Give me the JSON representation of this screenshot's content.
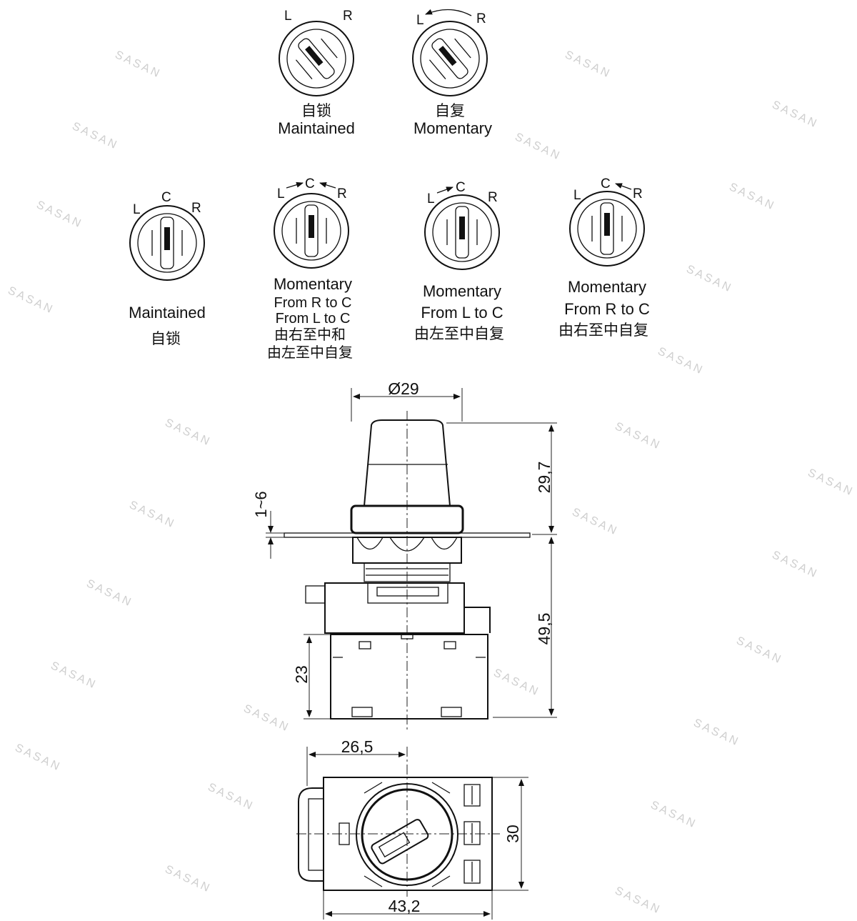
{
  "watermark": "SASAN",
  "two_position": [
    {
      "left": "L",
      "right": "R",
      "cn": "自锁",
      "en": "Maintained"
    },
    {
      "left": "L",
      "right": "R",
      "cn": "自复",
      "en": "Momentary"
    }
  ],
  "three_position": [
    {
      "left": "L",
      "center": "C",
      "right": "R",
      "lines": [
        "Maintained",
        "自锁"
      ]
    },
    {
      "left": "L",
      "center": "C",
      "right": "R",
      "lines": [
        "Momentary",
        "From R to C",
        "From L to C",
        "由右至中和",
        "由左至中自复"
      ]
    },
    {
      "left": "L",
      "center": "C",
      "right": "R",
      "lines": [
        "Momentary",
        "From L to C",
        "由左至中自复"
      ]
    },
    {
      "left": "L",
      "center": "C",
      "right": "R",
      "lines": [
        "Momentary",
        "From R to C",
        "由右至中自复"
      ]
    }
  ],
  "dimensions": {
    "diameter": "Ø29",
    "knob_height": "29,7",
    "panel_thickness": "1~6",
    "body_height": "49,5",
    "contact_height": "23",
    "half_width": "26,5",
    "width": "30",
    "length": "43,2"
  }
}
